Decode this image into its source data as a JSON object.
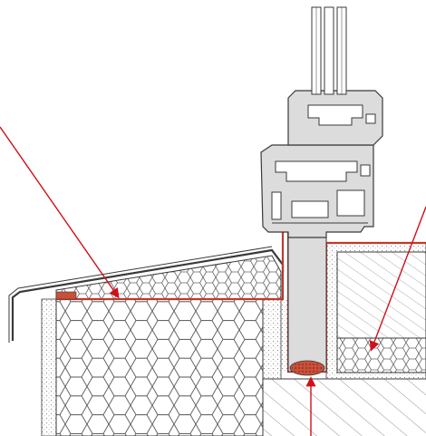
{
  "diagram": {
    "kind": "window sill section detail",
    "components": [
      "window-frame-profile",
      "glazing-unit",
      "sill-flashing-cover",
      "insulation-honeycomb",
      "insulation-dotted",
      "masonry-hatch",
      "sealing-membrane",
      "foam-backer-rod",
      "annotation-arrows"
    ]
  },
  "colors": {
    "line": "#3a3a3a",
    "frame_fill": "#dcdcdc",
    "frame_inner": "#ffffff",
    "membrane": "#c0392b",
    "arrow": "#d0101a",
    "foam": "#c8503a",
    "hatch": "#7a7a7a",
    "dots": "#8a8a8a"
  }
}
